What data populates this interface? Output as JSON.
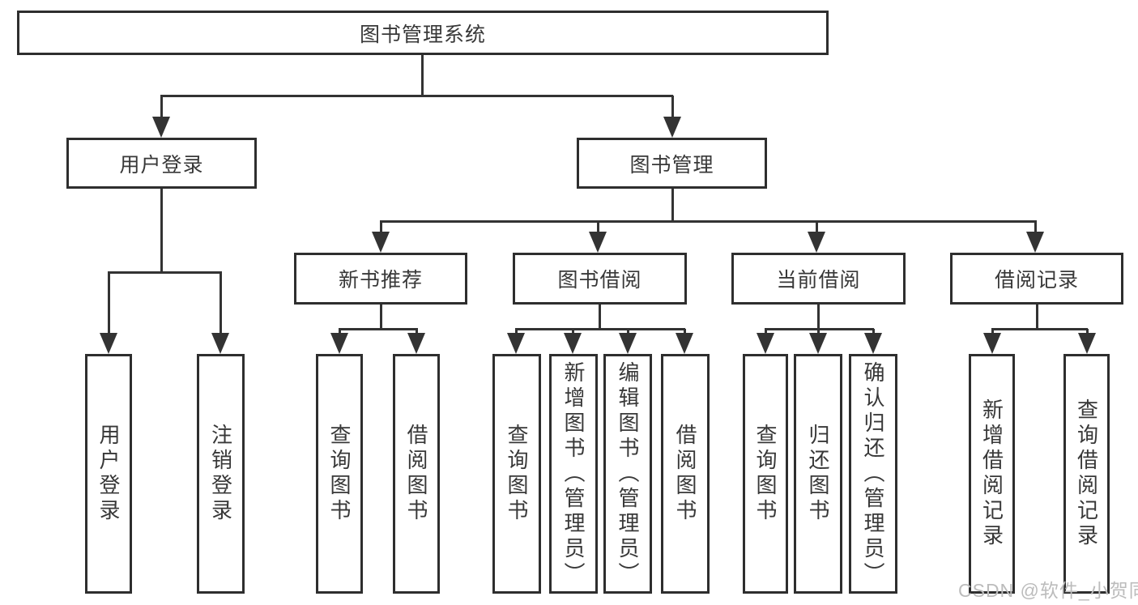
{
  "colors": {
    "line": "#333333",
    "box_border": "#2e2e2e",
    "text": "#383838",
    "watermark": "#bcbcbc",
    "background": "#ffffff"
  },
  "nodes": {
    "root": "图书管理系统",
    "user_login": "用户登录",
    "book_mgmt": "图书管理",
    "new_book_rec": "新书推荐",
    "book_borrow": "图书借阅",
    "current_borrow": "当前借阅",
    "borrow_records": "借阅记录",
    "leaf_user_login": "用户登录",
    "leaf_logout": "注销登录",
    "leaf_rec_query": "查询图书",
    "leaf_rec_borrow": "借阅图书",
    "leaf_bb_query": "查询图书",
    "leaf_bb_add": "新增图书（管理员）",
    "leaf_bb_edit": "编辑图书（管理员）",
    "leaf_bb_borrow": "借阅图书",
    "leaf_cb_query": "查询图书",
    "leaf_cb_return": "归还图书",
    "leaf_cb_confirm": "确认归还（管理员）",
    "leaf_br_add": "新增借阅记录",
    "leaf_br_query": "查询借阅记录"
  },
  "watermark": {
    "text": "CSDN @软件_小贺同学"
  }
}
